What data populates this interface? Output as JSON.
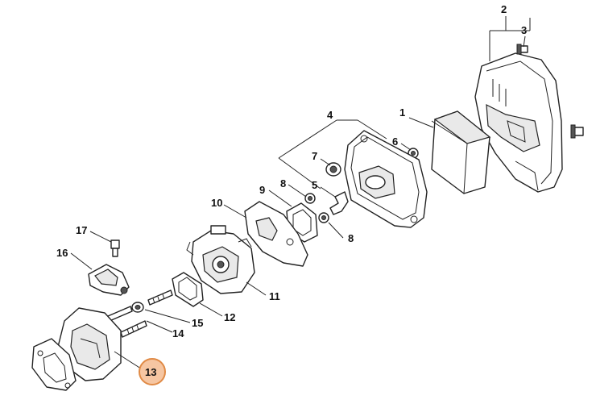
{
  "callouts": {
    "c1": "1",
    "c2": "2",
    "c3": "3",
    "c4": "4",
    "c5": "5",
    "c6": "6",
    "c7": "7",
    "c8a": "8",
    "c8b": "8",
    "c9": "9",
    "c10": "10",
    "c11": "11",
    "c12": "12",
    "c13": "13",
    "c14": "14",
    "c15": "15",
    "c16": "16",
    "c17": "17"
  },
  "highlighted_part": "13",
  "colors": {
    "highlight_fill": "#f6c6a2",
    "highlight_stroke": "#e08a45",
    "line": "#222222"
  }
}
